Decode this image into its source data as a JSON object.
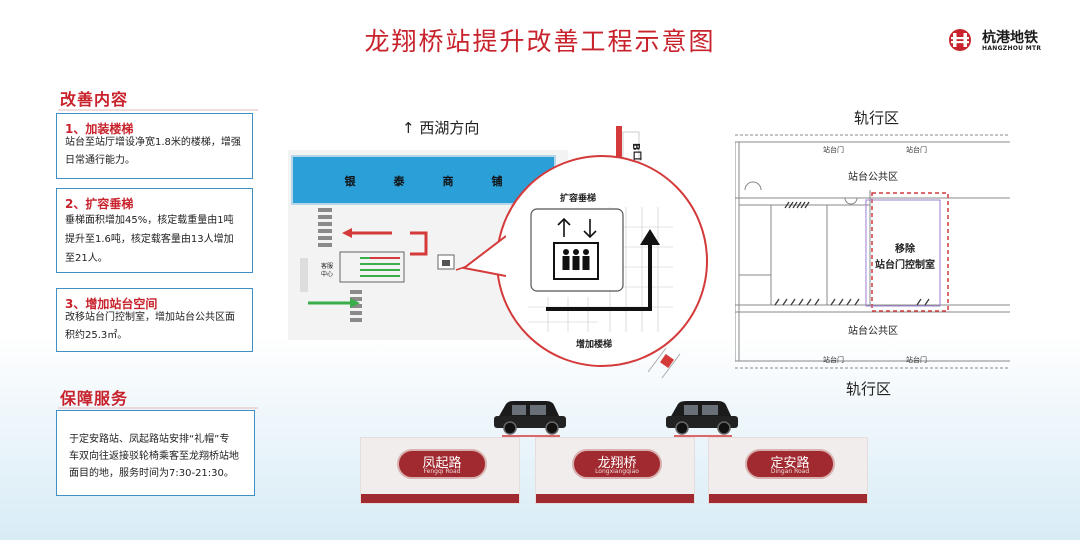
{
  "title": "龙翔桥站提升改善工程示意图",
  "logo": {
    "cn": "杭港地铁",
    "en": "HANGZHOU MTR"
  },
  "improvements": {
    "heading": "改善内容",
    "items": [
      {
        "title": "1、加装楼梯",
        "lines": [
          "站台至站厅增设净宽1.8米的楼梯，增强",
          "日常通行能力。"
        ]
      },
      {
        "title": "2、扩容垂梯",
        "lines": [
          "垂梯面积增加45%，核定载重量由1吨",
          "提升至1.6吨，核定载客量由13人增加",
          "至21人。"
        ]
      },
      {
        "title": "3、增加站台空间",
        "lines": [
          "改移站台门控制室，增加站台公共区面",
          "积约25.3㎡。"
        ]
      }
    ]
  },
  "service": {
    "heading": "保障服务",
    "lines": [
      "于定安路站、凤起路站安排“礼帽”专",
      "车双向往返接驳轮椅乘客至龙翔桥站地",
      "面目的地，服务时间为7:30-21:30。"
    ]
  },
  "plan": {
    "direction": "↑ 西湖方向",
    "shops": "银泰商铺",
    "exit": "B口",
    "center_label": "客服\n中心",
    "zoom": {
      "elevator": "扩容垂梯",
      "stairs": "增加楼梯"
    }
  },
  "platform": {
    "track_top": "轨行区",
    "track_bottom": "轨行区",
    "public_top": "站台公共区",
    "public_bottom": "站台公共区",
    "door": "站台门",
    "remove_line1": "移除",
    "remove_line2": "站台门控制室"
  },
  "stations": [
    {
      "cn": "凤起路",
      "en": "Fengqi Road"
    },
    {
      "cn": "龙翔桥",
      "en": "Longxiangqiao"
    },
    {
      "cn": "定安路",
      "en": "Dingan Road"
    }
  ],
  "colors": {
    "accent": "#c8232c",
    "blue": "#2a9fd8",
    "station": "#a12a30"
  }
}
